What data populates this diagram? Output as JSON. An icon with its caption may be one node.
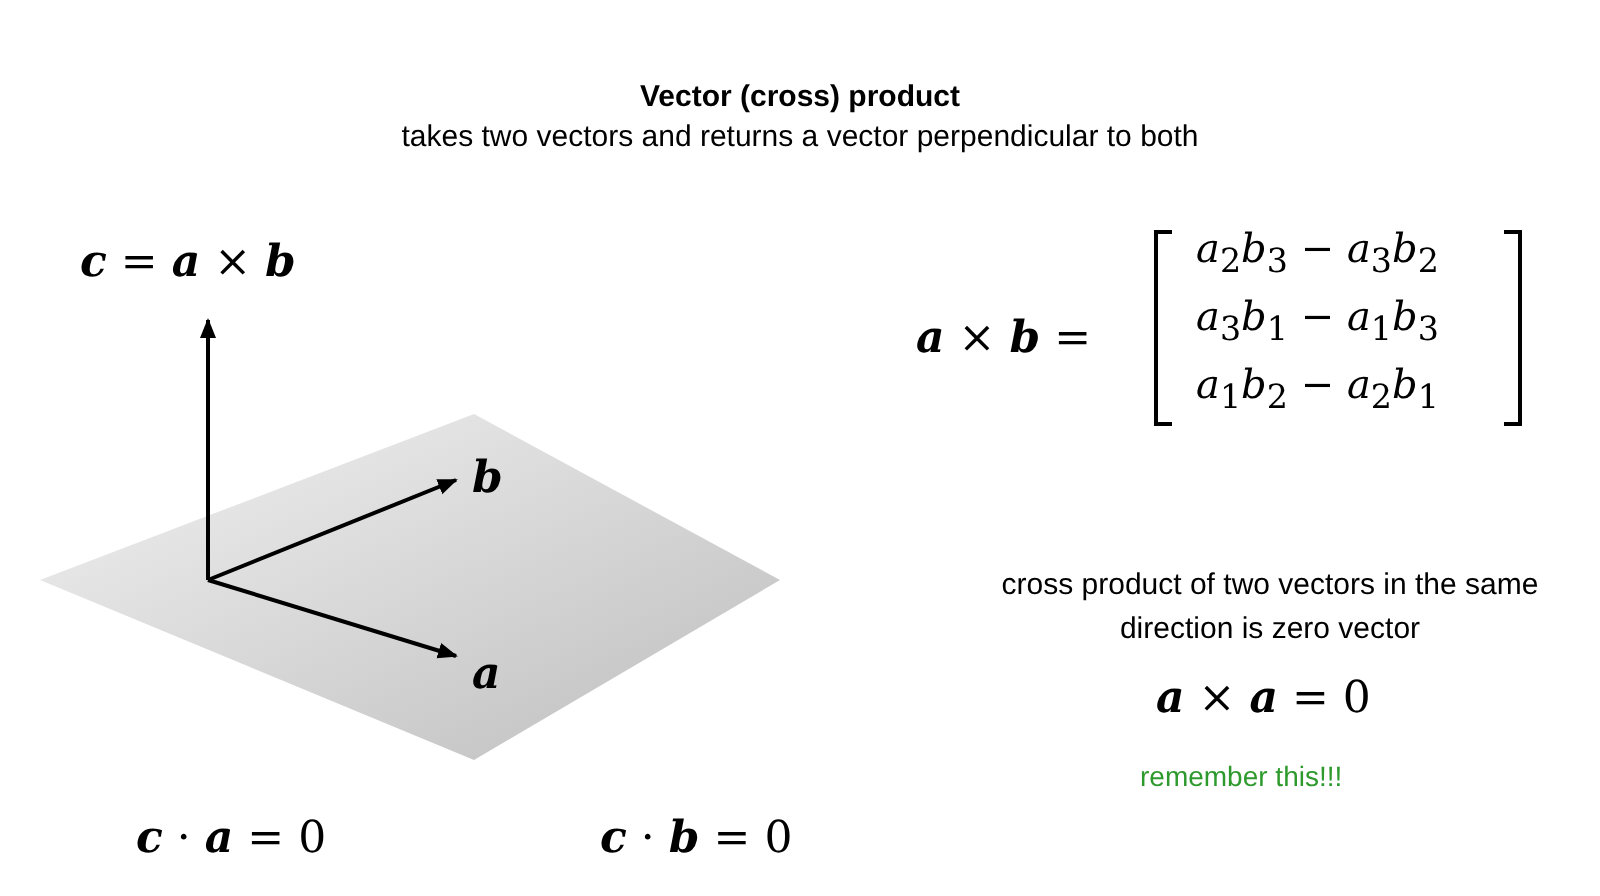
{
  "diagram": {
    "title": "Vector (cross) product",
    "caption": "takes two vectors and returns a vector perpendicular to both",
    "labels": [
      "**c** = **a** × **b**",
      "**a** × **b** =",
      "*a*$_{2}$*b*$_{3}$ − *a*$_{3}$*b*$_{2}$",
      "*a*$_{3}$*b*$_{1}$ − *a*$_{1}$*b*$_{3}$",
      "*a*$_{1}$*b*$_{2}$ − *a*$_{2}$*b*$_{1}$",
      "**b**",
      "cross product of two vectors in the same direction is zero vector",
      "**a**",
      "**a** × **a** = 0",
      "remember this!!!",
      "**c** · **a** = 0",
      "**c** · **b** = 0"
    ]
  }
}
